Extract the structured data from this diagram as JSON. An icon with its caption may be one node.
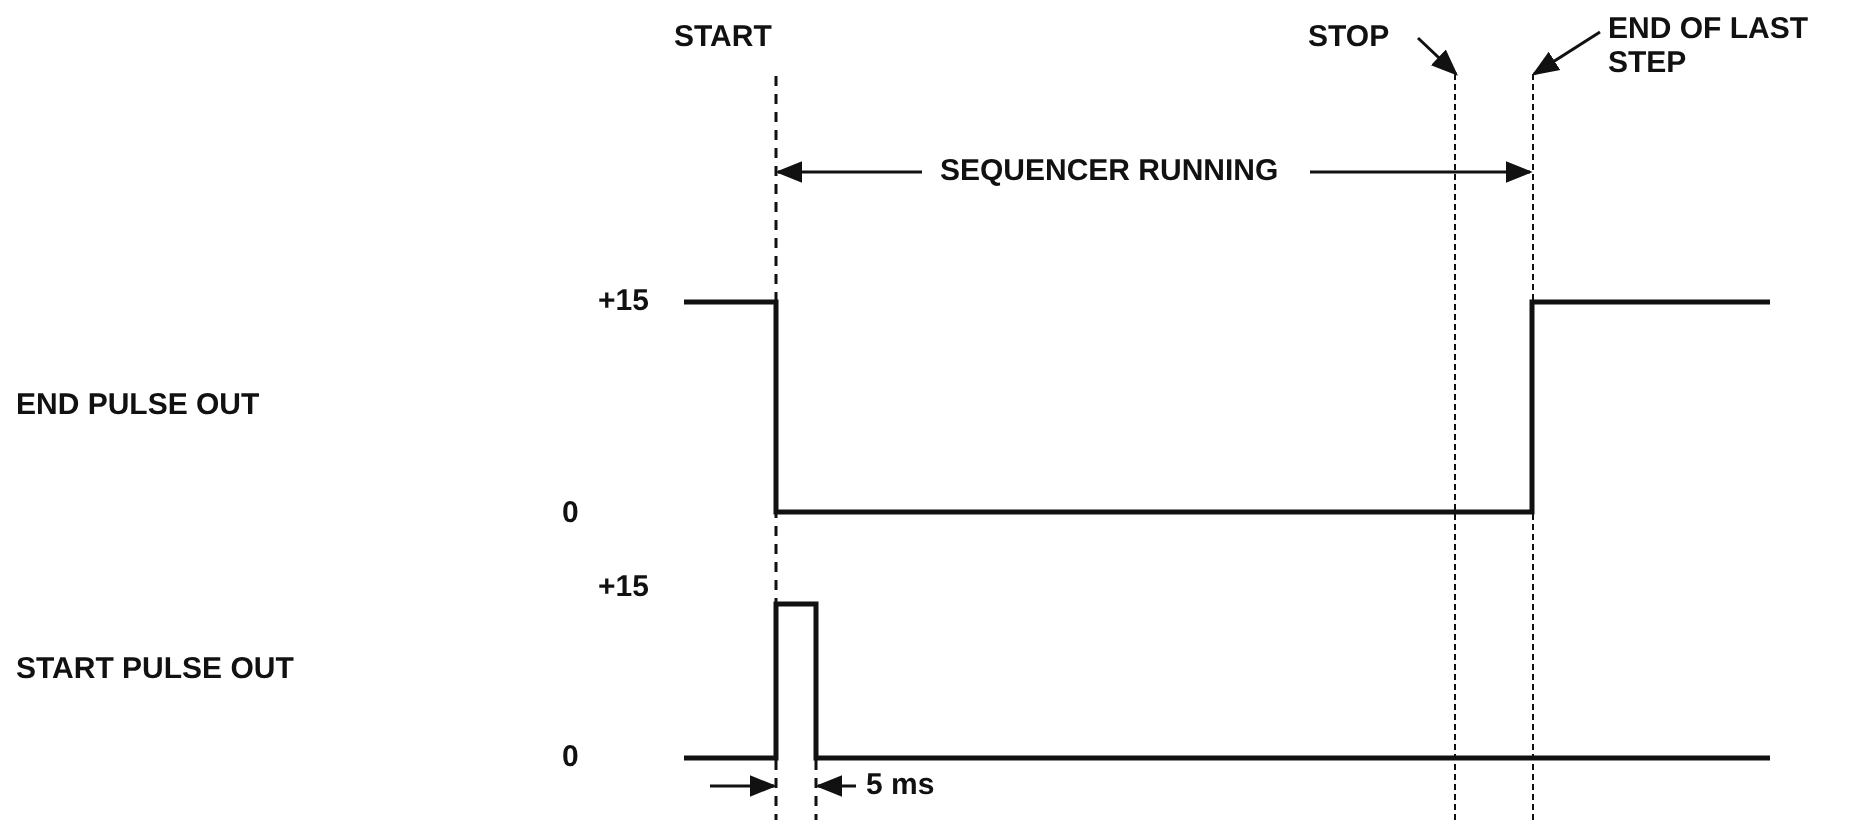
{
  "diagram": {
    "nodes": [
      {
        "text": [
          "STOP"
        ]
      },
      {
        "text": [],
        "shape": "line"
      },
      {
        "text": [
          "END OF LAST STEP"
        ]
      },
      {
        "text": [],
        "shape": "line"
      }
    ],
    "edges": [
      {
        "from": 0,
        "to": 1,
        "arrow": "to"
      },
      {
        "from": 2,
        "to": 3,
        "arrow": "to"
      }
    ],
    "labels": [
      "START",
      "SEQUENCER RUNNING",
      "+15",
      "END PULSE OUT",
      "0",
      "+15",
      "START PULSE OUT",
      "0",
      "5 ms"
    ]
  }
}
